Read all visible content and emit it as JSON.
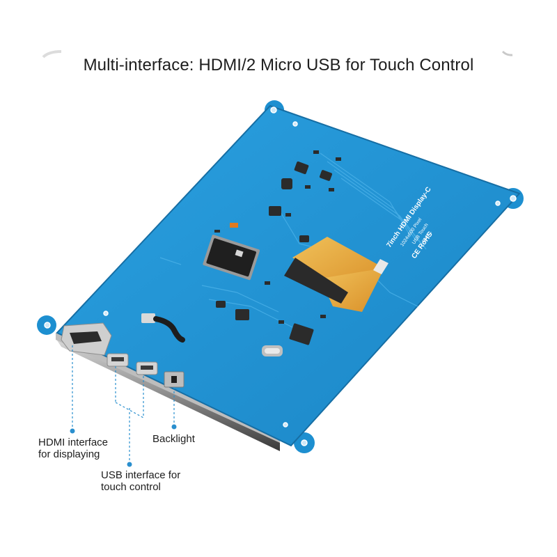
{
  "title": "Multi-interface: HDMI/2 Micro USB for Touch Control",
  "board": {
    "silkscreen": [
      "7inch HDMI Display-C",
      "1024x600 Pixel",
      "USB Touch",
      "Rev2.1"
    ],
    "cert_marks": "CE RoHS"
  },
  "callouts": {
    "hdmi": [
      "HDMI interface",
      "for displaying"
    ],
    "usb": [
      "USB interface for",
      "touch control"
    ],
    "backlight": "Backlight"
  },
  "colors": {
    "pcb": "#1e8fd0",
    "pcb_edge": "#156da3",
    "leader": "#2a8fce",
    "fpc": "#e5a43a"
  }
}
